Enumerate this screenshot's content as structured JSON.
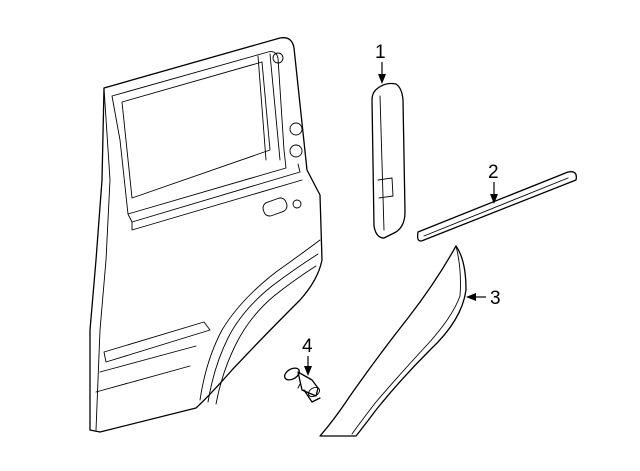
{
  "callouts": [
    {
      "id": "1",
      "label": "1"
    },
    {
      "id": "2",
      "label": "2"
    },
    {
      "id": "3",
      "label": "3"
    },
    {
      "id": "4",
      "label": "4"
    }
  ],
  "colors": {
    "line": "#000000",
    "background": "#ffffff"
  }
}
